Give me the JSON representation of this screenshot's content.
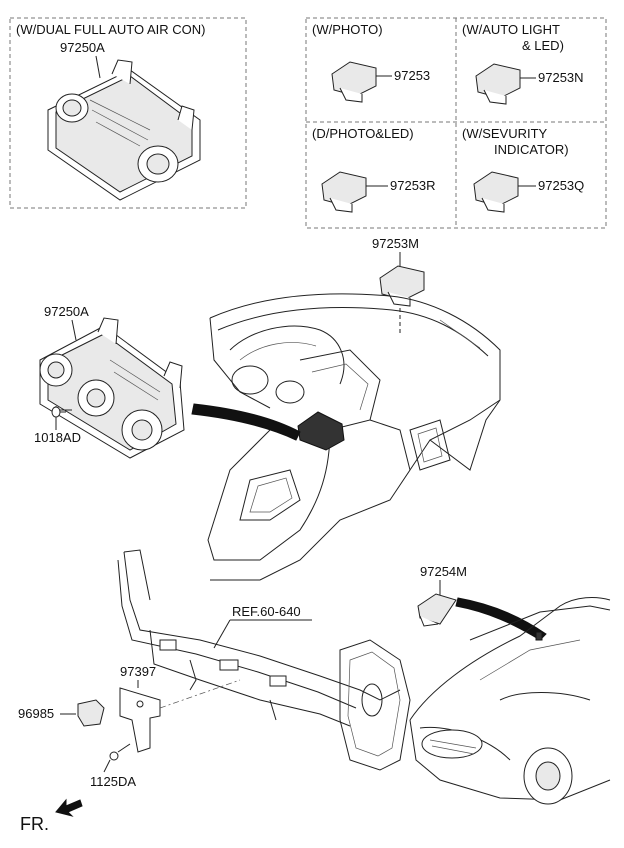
{
  "variant_boxes": {
    "dual_auto_aircon": {
      "title": "(W/DUAL FULL AUTO AIR CON)",
      "part": "97250A"
    },
    "photo": {
      "title": "(W/PHOTO)",
      "part": "97253"
    },
    "auto_light_led": {
      "title_line1": "(W/AUTO LIGHT",
      "title_line2": "& LED)",
      "part": "97253N"
    },
    "photo_led": {
      "title": "(D/PHOTO&LED)",
      "part": "97253R"
    },
    "security_indicator": {
      "title_line1": "(W/SEVURITY",
      "title_line2": "INDICATOR)",
      "part": "97253Q"
    }
  },
  "callouts": {
    "sensor_top": "97253M",
    "control_unit": "97250A",
    "screw_control": "1018AD",
    "ref": "REF.60-640",
    "windshield_sensor": "97254M",
    "bracket": "97397",
    "clip": "96985",
    "screw_bracket": "1125DA"
  },
  "fr_label": "FR."
}
